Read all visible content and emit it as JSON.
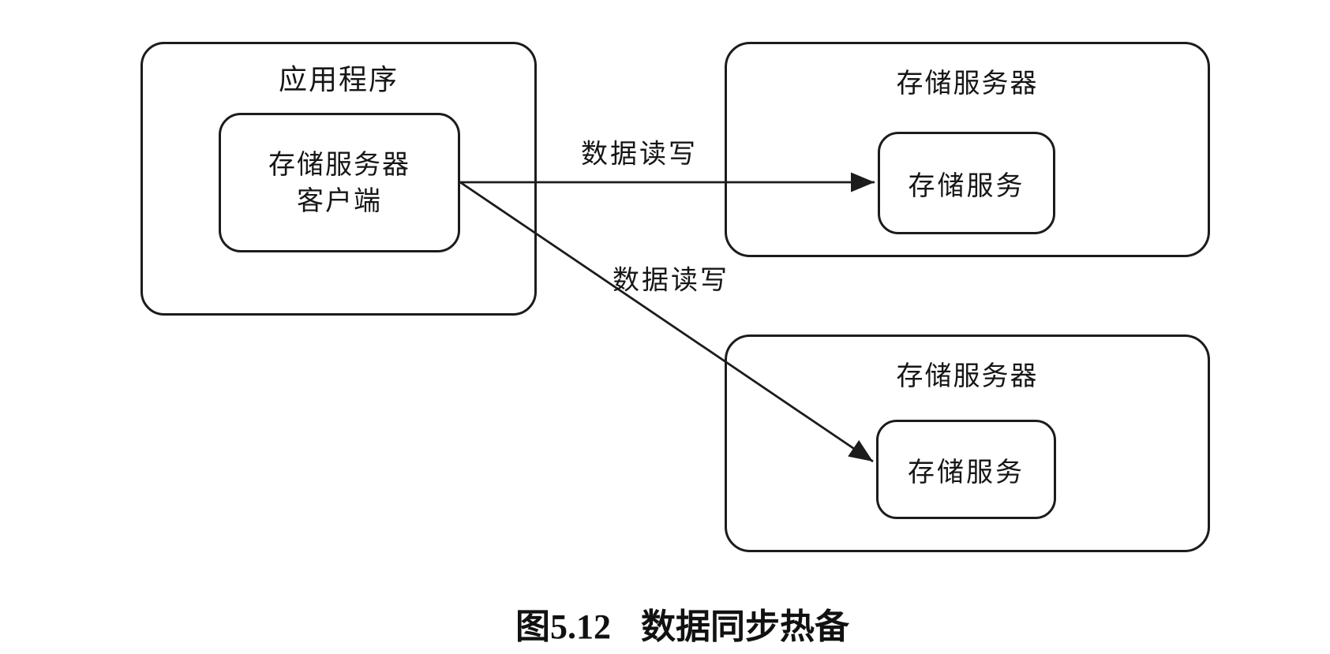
{
  "diagram": {
    "application": {
      "title": "应用程序",
      "client": {
        "line1": "存储服务器",
        "line2": "客户端"
      }
    },
    "storage_server_top": {
      "title": "存储服务器",
      "service_label": "存储服务"
    },
    "storage_server_bottom": {
      "title": "存储服务器",
      "service_label": "存储服务"
    },
    "arrows": {
      "to_top_label": "数据读写",
      "to_bottom_label": "数据读写"
    },
    "colors": {
      "stroke": "#1c1c1c",
      "text": "#161616",
      "background": "#ffffff"
    }
  },
  "caption": {
    "figure_number": "图5.12",
    "title": "数据同步热备"
  }
}
